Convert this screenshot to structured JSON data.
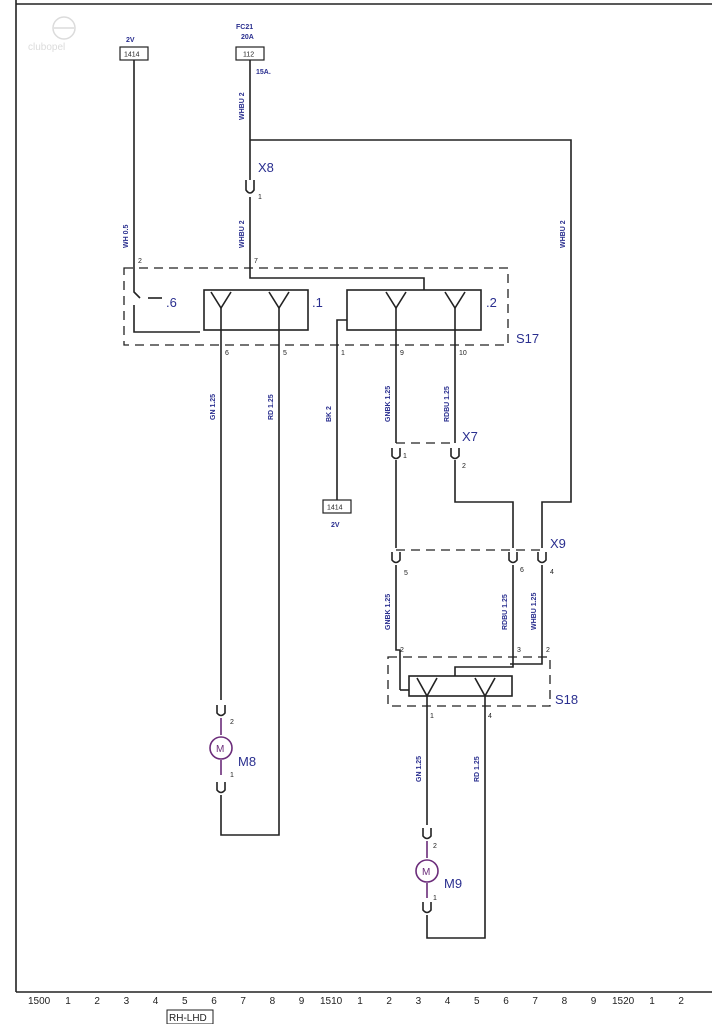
{
  "watermark": "clubopel",
  "top_refs": [
    {
      "name": "2V",
      "box": "1414"
    },
    {
      "name": "FC21",
      "sub": "20A",
      "box": "112",
      "note": "15A."
    }
  ],
  "ground_ref": {
    "box": "1414",
    "name": "2V"
  },
  "connectors": [
    "X8",
    "X7",
    "X9"
  ],
  "switches": [
    "S17",
    "S18"
  ],
  "motors": [
    "M8",
    "M9"
  ],
  "motor_symbol": "M",
  "contacts": [
    ".6",
    ".1",
    ".2"
  ],
  "wires": [
    "WHBU 2",
    "WH 0.5",
    "WHBU 2",
    "WHBU 2",
    "GN 1.25",
    "RD 1.25",
    "BK 2",
    "GNBK 1.25",
    "RDBU 1.25",
    "GNBK 1.25",
    "RDBU 1.25",
    "WHBU 1.25",
    "GN 1.25",
    "RD 1.25"
  ],
  "pins": {
    "s17_top_left": "2",
    "s17_top_mid": "7",
    "s17_bot": [
      "6",
      "5",
      "1",
      "9",
      "10"
    ],
    "x8": "1",
    "x7": [
      "1",
      "2"
    ],
    "x9": [
      "5",
      "6",
      "4"
    ],
    "s18_top": [
      "2",
      "3",
      "2"
    ],
    "s18_bot": [
      "1",
      "4"
    ],
    "m8": [
      "2",
      "1"
    ],
    "m9": [
      "2",
      "1"
    ]
  },
  "footer": {
    "ticks": [
      "1500",
      "1",
      "2",
      "3",
      "4",
      "5",
      "6",
      "7",
      "8",
      "9",
      "1510",
      "1",
      "2",
      "3",
      "4",
      "5",
      "6",
      "7",
      "8",
      "9",
      "1520",
      "1",
      "2"
    ],
    "variant": "RH-LHD"
  }
}
